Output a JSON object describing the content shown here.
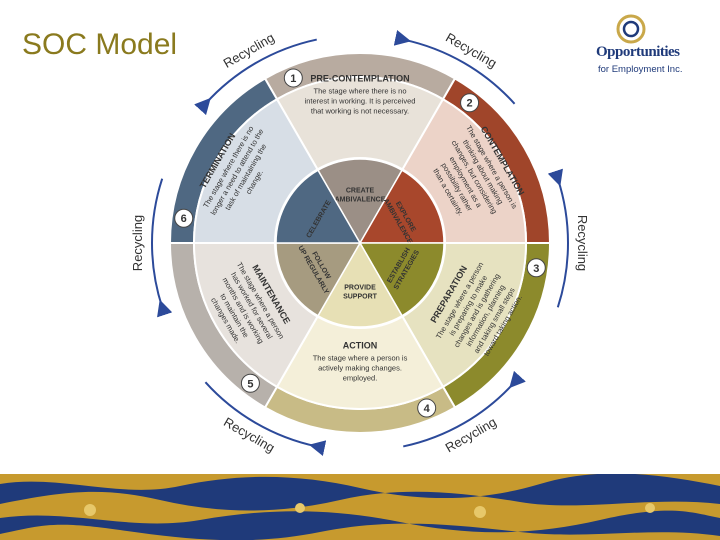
{
  "slide": {
    "title": "SOC Model"
  },
  "logo": {
    "name": "Opportunities",
    "subtitle": "for Employment Inc."
  },
  "recycling_labels": [
    "Recycling",
    "Recycling",
    "Recycling",
    "Recycling",
    "Recycling",
    "Recycling"
  ],
  "stages": [
    {
      "number": "1",
      "name": "PRE-CONTEMPLATION",
      "desc": [
        "The stage where there is no",
        "interest in working. It is perceived",
        "that working is not necessary."
      ],
      "color": "#b8aba0"
    },
    {
      "number": "2",
      "name": "CONTEMPLATION",
      "desc": [
        "The stage where a person is",
        "thinking about making",
        "changes, but considering",
        "employment as a",
        "possibility rather",
        "than a certainty."
      ],
      "color": "#a0452a"
    },
    {
      "number": "3",
      "name": "PREPARATION",
      "desc": [
        "The stage where a person",
        "is preparing to make",
        "changes and is gathering",
        "information, planning",
        "and taking small steps",
        "toward taking action."
      ],
      "color": "#8c8a2c"
    },
    {
      "number": "4",
      "name": "ACTION",
      "desc": [
        "The stage where a person is",
        "actively making changes.",
        "employed."
      ],
      "color": "#c8bb86"
    },
    {
      "number": "5",
      "name": "MAINTENANCE",
      "desc": [
        "The stage where a person",
        "has worked for several",
        "months and is working",
        "to maintain the",
        "changes made."
      ],
      "color": "#b7b1ab"
    },
    {
      "number": "6",
      "name": "TERMINATION",
      "desc": [
        "The stage where there is no",
        "longer a need to attend to the",
        "task of maintaining the",
        "change."
      ],
      "color": "#4f6882"
    }
  ],
  "core": [
    "CREATE AMBIVALENCE",
    "EXPLORE AMBIVALENCE",
    "ESTABLISH STRATEGIES",
    "PROVIDE SUPPORT",
    "FOLLOW UP REGULARLY",
    "CELEBRATE"
  ]
}
